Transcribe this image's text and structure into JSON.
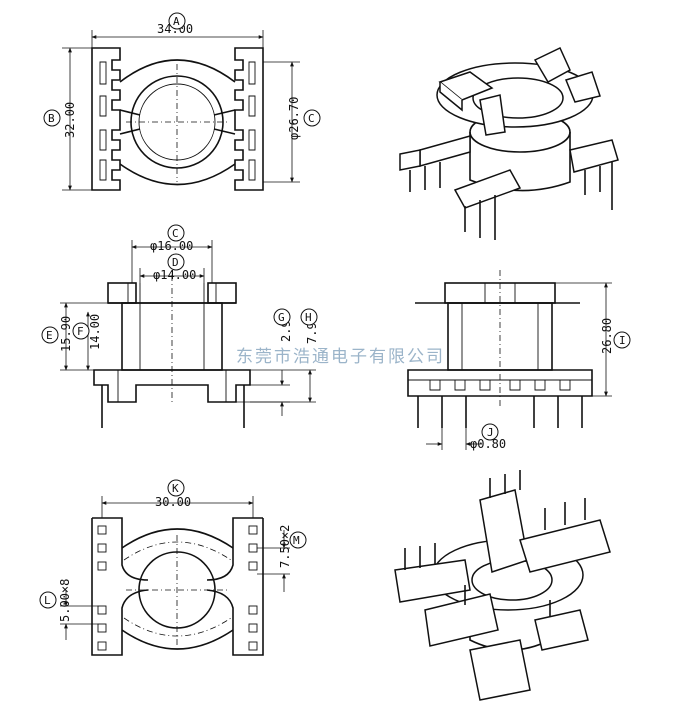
{
  "dimensions": {
    "A": "34.00",
    "B": "32.00",
    "C_top": "φ26.70",
    "C_front": "φ16.00",
    "D": "φ14.00",
    "E": "15.90",
    "F": "14.00",
    "G": "2.90",
    "H": "7.90",
    "I": "26.80",
    "J": "φ0.80",
    "K": "30.00",
    "L": "5.00×8",
    "M": "7.50×2"
  },
  "letters": [
    "A",
    "B",
    "C",
    "D",
    "E",
    "F",
    "G",
    "H",
    "I",
    "J",
    "K",
    "L",
    "M"
  ],
  "watermark": "东莞市浩通电子有限公司"
}
